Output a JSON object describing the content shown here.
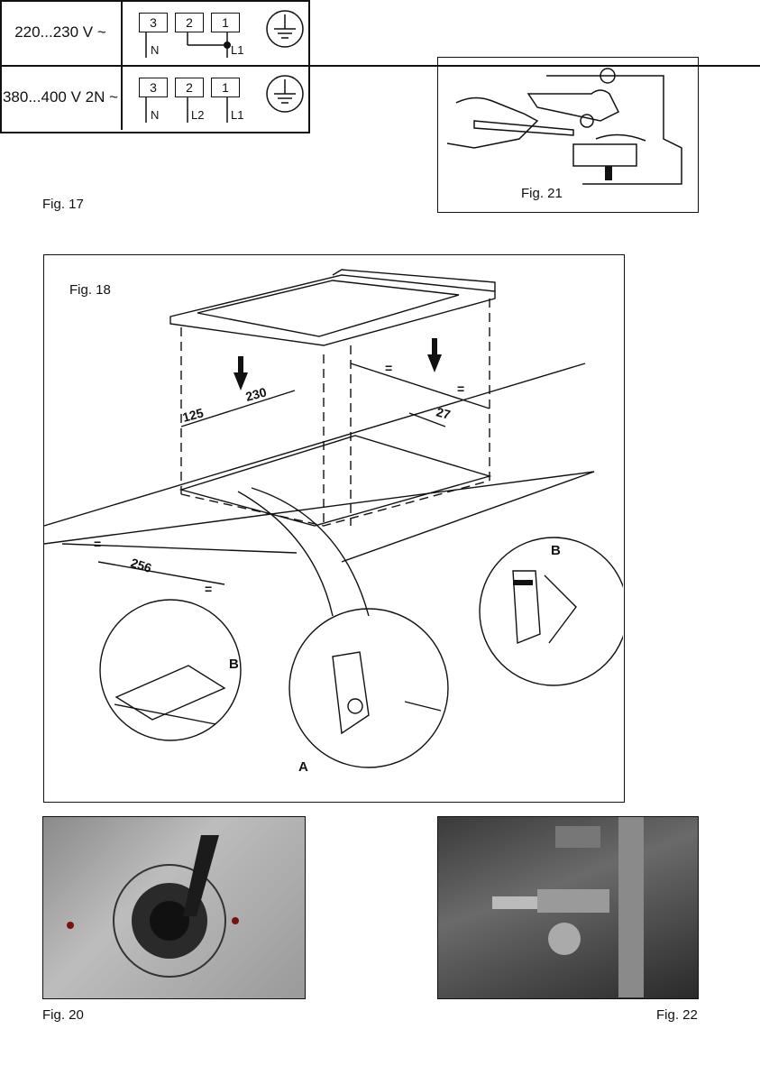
{
  "fig17": {
    "caption": "Fig. 17",
    "rows": [
      {
        "voltage": "220...230 V  ~",
        "terminals": [
          "3",
          "2",
          "1"
        ],
        "wires": [
          "N",
          "L1"
        ]
      },
      {
        "voltage": "380...400 V 2N ~",
        "terminals": [
          "3",
          "2",
          "1"
        ],
        "wires": [
          "N",
          "L2",
          "L1"
        ]
      }
    ]
  },
  "fig18": {
    "caption": "Fig. 18",
    "dimensions": [
      "125",
      "230",
      "27",
      "256",
      "=",
      "=",
      "=",
      "=",
      "="
    ],
    "labels": {
      "a": "A",
      "b1": "B",
      "b2": "B"
    }
  },
  "fig20": {
    "caption": "Fig. 20"
  },
  "fig21": {
    "caption": "Fig. 21"
  },
  "fig22": {
    "caption": "Fig. 22"
  }
}
